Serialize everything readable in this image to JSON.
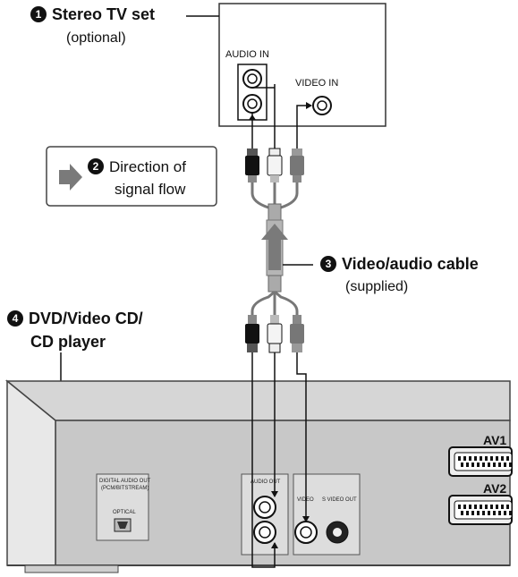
{
  "labels": {
    "tv": {
      "number": "1",
      "title": "Stereo TV set",
      "note": "(optional)"
    },
    "flow": {
      "number": "2",
      "line1": "Direction of",
      "line2": "signal flow"
    },
    "cable": {
      "number": "3",
      "title": "Video/audio cable",
      "note": "(supplied)"
    },
    "player": {
      "number": "4",
      "line1": "DVD/Video CD/",
      "line2": "CD player"
    }
  },
  "tv_panel": {
    "audio_in": "AUDIO IN",
    "video_in": "VIDEO IN"
  },
  "player_panel": {
    "digital_out": "DIGITAL AUDIO OUT",
    "digital_sub": "(PCM/BITSTREAM)",
    "optical": "OPTICAL",
    "audio_out": "AUDIO OUT",
    "video": "VIDEO",
    "s_video_out": "S VIDEO OUT",
    "av1": "AV1",
    "av2": "AV2"
  }
}
